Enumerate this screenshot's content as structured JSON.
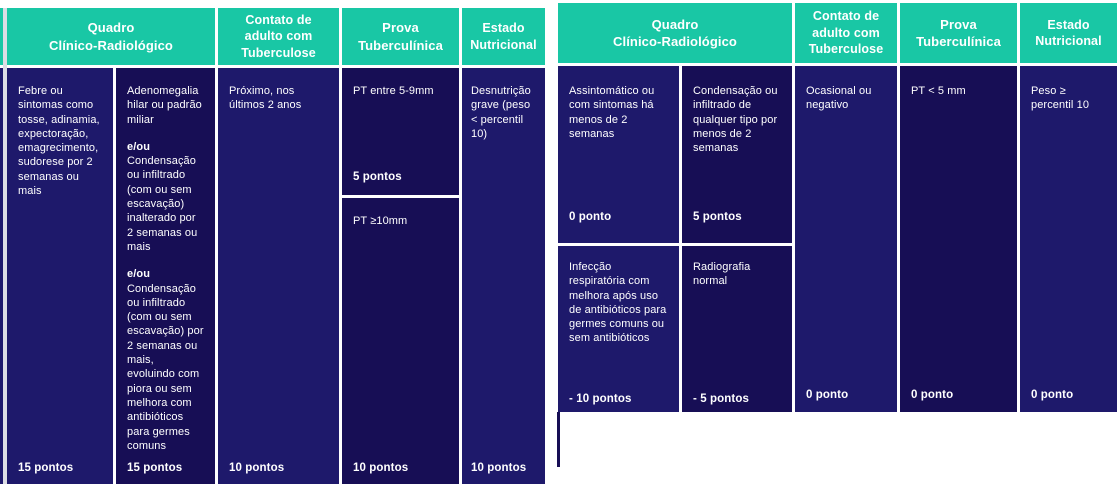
{
  "colors": {
    "header_teal": "#19c7a5",
    "cell_navy_light": "#1e196b",
    "cell_navy_dark": "#170e55",
    "divider_white": "#ffffff",
    "text": "#ffffff"
  },
  "table_left": {
    "headers": {
      "quadro": "Quadro\nClínico-Radiológico",
      "contato": "Contato de\nadulto com\nTuberculose",
      "prova": "Prova\nTuberculínica",
      "estado": "Estado\nNutricional"
    },
    "col1": {
      "text": "Febre ou sintomas como tosse, adinamia, expectoração, emagrecimento, sudorese por 2 semanas ou mais",
      "points": "15 pontos"
    },
    "col2": {
      "p1": "Adenomegalia hilar ou padrão miliar",
      "sep1": "e/ou",
      "p2": "Condensação ou infiltrado (com ou sem escavação) inalterado por 2 semanas ou mais",
      "sep2": "e/ou",
      "p3": "Condensação ou infiltrado (com ou sem escavação) por 2 semanas ou mais, evoluindo com piora ou sem melhora com antibióticos para germes comuns",
      "points": "15 pontos"
    },
    "col3": {
      "text": "Próximo, nos últimos 2 anos",
      "points": "10 pontos"
    },
    "col4_top": {
      "text": "PT entre 5-9mm",
      "points": "5 pontos"
    },
    "col4_bottom": {
      "text": "PT ≥10mm",
      "points": "10 pontos"
    },
    "col5": {
      "text": "Desnutrição grave (peso < percentil 10)",
      "points": "10 pontos"
    }
  },
  "table_right": {
    "headers": {
      "quadro": "Quadro\nClínico-Radiológico",
      "contato": "Contato de\nadulto com\nTuberculose",
      "prova": "Prova\nTuberculínica",
      "estado": "Estado\nNutricional"
    },
    "row1_col1": {
      "text": "Assintomático ou com sintomas há menos de 2 semanas",
      "points": "0 ponto"
    },
    "row1_col2": {
      "text": "Condensação ou infiltrado de qualquer tipo por menos de 2 semanas",
      "points": "5 pontos"
    },
    "row2_col1": {
      "text": "Infecção respiratória com melhora após uso de antibióticos para germes comuns ou sem antibióticos",
      "points": "- 10 pontos"
    },
    "row2_col2": {
      "text": "Radiografia normal",
      "points": "- 5 pontos"
    },
    "col3": {
      "text": "Ocasional ou negativo",
      "points": "0 ponto"
    },
    "col4": {
      "text": "PT < 5 mm",
      "points": "0 ponto"
    },
    "col5": {
      "text": "Peso ≥ percentil 10",
      "points": "0 ponto"
    }
  }
}
